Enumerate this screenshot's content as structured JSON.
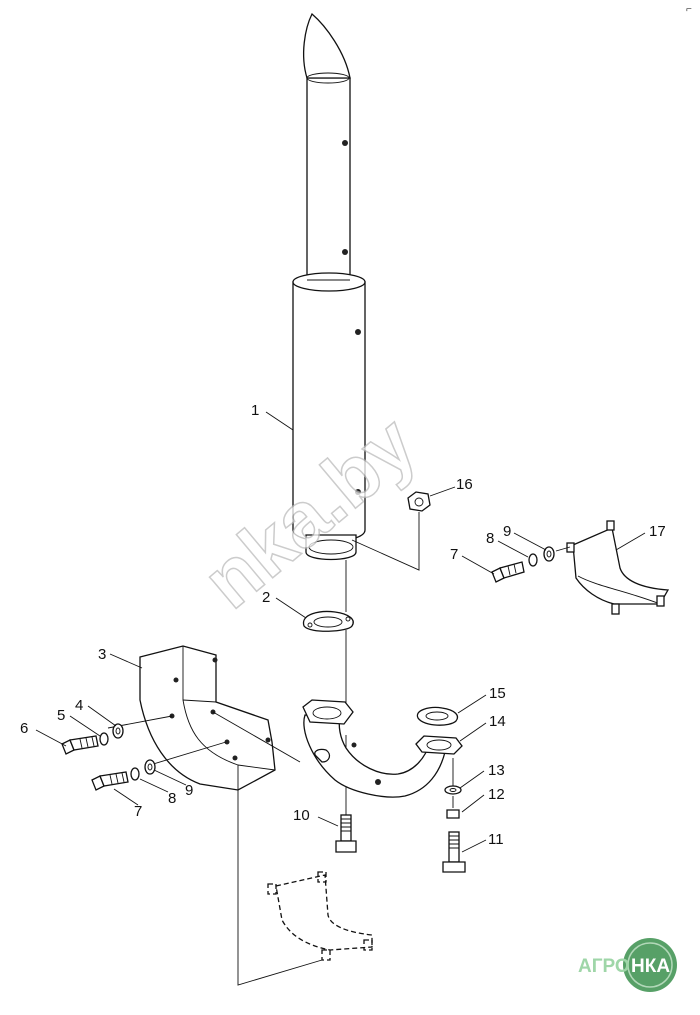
{
  "callouts": [
    {
      "id": "c1",
      "label": "1"
    },
    {
      "id": "c2",
      "label": "2"
    },
    {
      "id": "c3",
      "label": "3"
    },
    {
      "id": "c4",
      "label": "4"
    },
    {
      "id": "c5",
      "label": "5"
    },
    {
      "id": "c6",
      "label": "6"
    },
    {
      "id": "c7a",
      "label": "7"
    },
    {
      "id": "c8a",
      "label": "8"
    },
    {
      "id": "c9a",
      "label": "9"
    },
    {
      "id": "c7b",
      "label": "7"
    },
    {
      "id": "c8b",
      "label": "8"
    },
    {
      "id": "c9b",
      "label": "9"
    },
    {
      "id": "c10",
      "label": "10"
    },
    {
      "id": "c11",
      "label": "11"
    },
    {
      "id": "c12",
      "label": "12"
    },
    {
      "id": "c13",
      "label": "13"
    },
    {
      "id": "c14",
      "label": "14"
    },
    {
      "id": "c15",
      "label": "15"
    },
    {
      "id": "c16",
      "label": "16"
    },
    {
      "id": "c17",
      "label": "17"
    }
  ],
  "watermark": {
    "text": "nka.by",
    "color": "#bbbbbb"
  },
  "logo": {
    "text_left": "АГРО",
    "text_right": "НКА",
    "color_text": "#9fd6a8",
    "color_circle": "#3a8f4c"
  },
  "corner_mark": "⌐"
}
